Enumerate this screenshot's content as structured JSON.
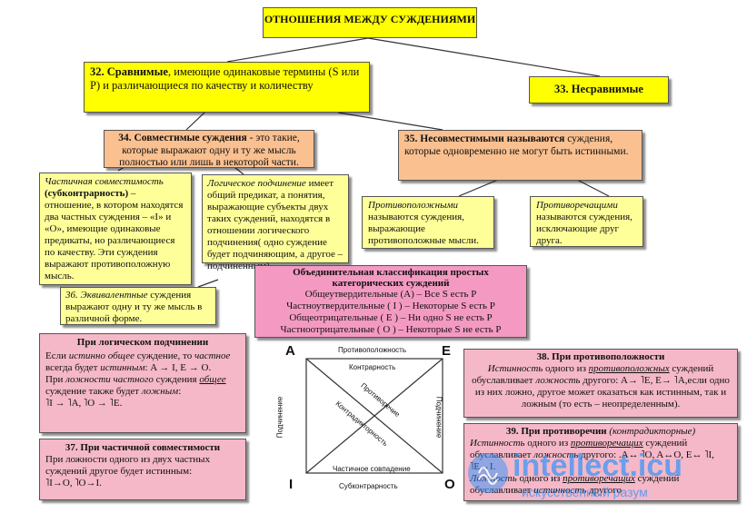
{
  "title": "ОТНОШЕНИЯ  МЕЖДУ СУЖДЕНИЯМИ",
  "comparable": {
    "num": "32. Сравнимые",
    "text": ", имеющие одинаковые термины (S или P) и различающиеся по качеству и количеству"
  },
  "incomparable": {
    "text": "33. Несравнимые"
  },
  "compatible": {
    "num": "34. Совместимые суждения",
    "text": " - это такие, которые выражают одну и ту же мысль полностью или лишь в некоторой части."
  },
  "incompatible": {
    "num": "35. Несовместимыми называются",
    "text": " суждения, которые одновременно не могут быть истинными."
  },
  "partial": {
    "term": "Частичная совместимость",
    "bold": "(субконтрарность)",
    "text": " – отношение, в котором находятся два частных суждения – «I» и «O», имеющие одинаковые предикаты, но различающиеся по качеству. Эти суждения выражают противоположную мысль."
  },
  "subordination": {
    "term": "Логическое подчинение",
    "text": " имеет общий предикат, а понятия, выражающие субъекты двух таких суждений, находятся в отношении логического подчинения( одно суждение будет подчиняющим, а другое – подчиненным)."
  },
  "opposite": {
    "term": "Противоположными",
    "text": " называются суждения, выражающие противоположные мысли."
  },
  "contradictory": {
    "term": "Противоречащими",
    "text": " называются суждения, исключающие друг друга."
  },
  "equivalent": {
    "term": "36. Эквивалентные",
    "text": " суждения выражают одну и ту же мысль в различной форме."
  },
  "classification": {
    "title": "Объединительная классификация простых категорических суждений",
    "lines": [
      "Общеутвердительные  (A)  –  Все S есть P",
      "Частноутвердительные ( I )  –  Некоторые S есть P",
      "Общеотрицательные ( E )  –  Ни одно S не есть P",
      "Частноотрицательные ( O )  –  Некоторые S не есть P"
    ]
  },
  "log_sub_box": {
    "title": "При логическом подчинении",
    "p1a": "Если ",
    "p1b": "истинно общее",
    "p1c": " суждение, то ",
    "p1d": "частное",
    "p1e": " всегда будет ",
    "p1f": "истинным",
    "p1g": ": A → I, E → O.",
    "p2a": "При ",
    "p2b": "ложности частного",
    "p2c": " суждения ",
    "p2d": "общее",
    "p2e": " суждение также будет ",
    "p2f": "ложным",
    "p2g": ":",
    "p3": "˥I → ˥A,  ˥O → ˥E."
  },
  "partial_box": {
    "title": "37. При частичной совместимости",
    "p1": "При ложности одного из двух частных суждений другое будет истинным:",
    "p2": "˥I→O,  ˥O→I."
  },
  "square": {
    "corner_a": "A",
    "corner_e": "E",
    "corner_i": "I",
    "corner_o": "O",
    "top": "Противоположность",
    "contrary": "Контрарность",
    "left": "Подчинение",
    "right": "Подчинение",
    "diag1": "Противоречие",
    "diag2": "Контрадикторность",
    "partial": "Частичное совпадение",
    "bottom": "Субконтрарность"
  },
  "opp_box": {
    "title": "38. При противоположности",
    "a": "Истинность",
    "b": " одного из ",
    "c": "противоположных",
    "d": " суждений обуславливает ",
    "e": "ложность",
    "f": " другого: A→ ˥E, E→ ˥A,",
    "g": "если одно из них ложно, другое может оказаться как истинным, так и ложным (то есть – неопределенным)."
  },
  "contra_box": {
    "title": "39. При противоречии",
    "title_i": " (контрадикторные)",
    "a": "Истинность",
    "b": " одного из ",
    "c": "противоречащих",
    "d": " суждений обуславливает ",
    "e": "ложность",
    "f": " другого: .A↔ ˥O, A↔O, E↔ ˥I, ˥E↔I.",
    "g": "Ложность",
    "h": " одного из ",
    "k": "противоречащих",
    "l": " суждений обуславливает ",
    "m": "истинность",
    "n": " другого"
  },
  "watermark": {
    "brand": "intellect.icu",
    "tagline": "искусственный разум"
  },
  "colors": {
    "yellow": "#ffff00",
    "lightyellow": "#ffff99",
    "peach": "#fac090",
    "pink": "#f4b8c8",
    "brand": "#1e90ff"
  }
}
